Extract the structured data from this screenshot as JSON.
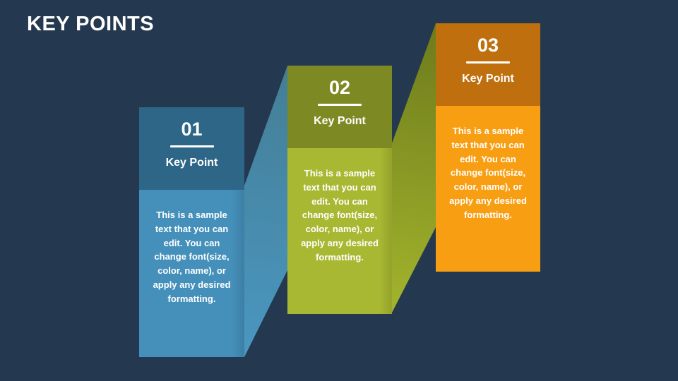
{
  "slide": {
    "title": "KEY POINTS",
    "background_color": "#243850",
    "text_color": "#ffffff"
  },
  "cards": [
    {
      "number": "01",
      "label": "Key Point",
      "body": "This is a sample text that you can edit. You can change font(size, color, name), or apply any desired formatting.",
      "header_color": "#2e6687",
      "body_color": "#4590bb"
    },
    {
      "number": "02",
      "label": "Key Point",
      "body": "This is a sample text that you can edit. You can change font(size, color, name), or apply any desired formatting.",
      "header_color": "#7d8a23",
      "body_color": "#a9b832"
    },
    {
      "number": "03",
      "label": "Key Point",
      "body": "This is a sample text that you can edit. You can change font(size, color, name), or apply any desired formatting.",
      "header_color": "#bf6f0e",
      "body_color": "#f89e13"
    }
  ],
  "ribbons": [
    {
      "from": "01",
      "to": "02",
      "gradient_start": "#447e95",
      "gradient_end": "#4a97c1"
    },
    {
      "from": "02",
      "to": "03",
      "gradient_start": "#6d7b1b",
      "gradient_end": "#a3b42d"
    }
  ]
}
